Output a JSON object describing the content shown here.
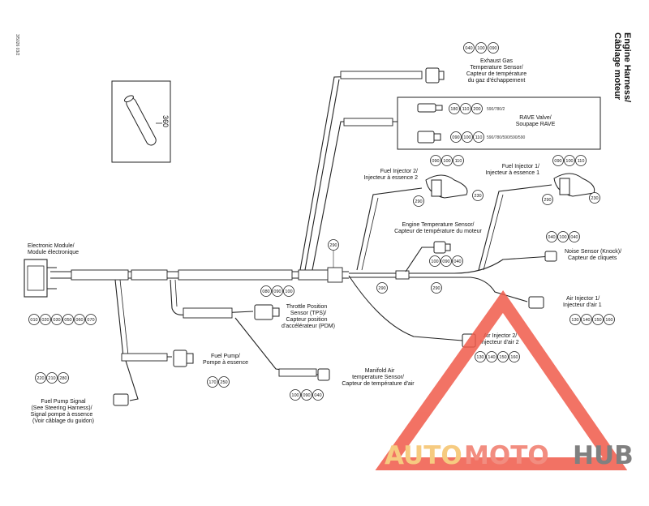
{
  "title": {
    "line1": "Engine Harness/",
    "line2": "Câblage moteur"
  },
  "side_code": "3/5026 03/2",
  "part_360": "360",
  "components": {
    "exhaust_gas": {
      "lines": [
        "Exhaust Gas",
        "Temperature Sensor/",
        "Capteur de température",
        "du gaz d'échappement"
      ],
      "refs": [
        "040",
        "100",
        "090"
      ]
    },
    "rave_box": {
      "lines": [
        "RAVE Valve/",
        "Soupape RAVE"
      ],
      "refs_top": [
        "180",
        "110",
        "200"
      ],
      "code_top": "590/780/2",
      "refs_bottom": [
        "090",
        "100",
        "110"
      ],
      "code_bottom": "590/780/590/590/590"
    },
    "fuel_inj_2": {
      "lines": [
        "Fuel Injector 2/",
        "Injecteur à essence 2"
      ],
      "refs": [
        "090",
        "100",
        "110"
      ],
      "side_refs": [
        "290",
        "230"
      ]
    },
    "fuel_inj_1": {
      "lines": [
        "Fuel Injector 1/",
        "Injecteur à essence 1"
      ],
      "refs": [
        "090",
        "100",
        "110"
      ],
      "side_refs": [
        "290",
        "230"
      ]
    },
    "engine_temp": {
      "lines": [
        "Engine Temperature Sensor/",
        "Capteur de température du moteur"
      ],
      "refs": [
        "100",
        "090",
        "040"
      ]
    },
    "electronic_module": {
      "lines": [
        "Electronic Module/",
        "Module électronique"
      ],
      "refs": [
        "010",
        "020",
        "030",
        "050",
        "060",
        "070"
      ]
    },
    "throttle": {
      "lines": [
        "Throttle Position",
        "Sensor (TPS)/",
        "Capteur position",
        "d'accélérateur (PDM)"
      ],
      "refs": [
        "080",
        "090",
        "100"
      ]
    },
    "noise_sensor": {
      "lines": [
        "Noise Sensor (Knock)/",
        "Capteur de cliquets"
      ],
      "refs": [
        "040",
        "100",
        "040"
      ]
    },
    "air_inj_1": {
      "lines": [
        "Air Injector 1/",
        "Injecteur d'air 1"
      ],
      "refs": [
        "130",
        "140",
        "150",
        "160"
      ]
    },
    "air_inj_2": {
      "lines": [
        "Air Injector 2/",
        "Injecteur d'air 2"
      ],
      "refs": [
        "130",
        "140",
        "150",
        "160"
      ]
    },
    "fuel_pump": {
      "lines": [
        "Fuel Pump/",
        "Pompe à essence"
      ],
      "refs": [
        "170",
        "250"
      ]
    },
    "manifold_air": {
      "lines": [
        "Manifold Air",
        "temperature Sensor/",
        "Capteur de température d'air"
      ],
      "refs": [
        "100",
        "090",
        "040"
      ]
    },
    "fuel_pump_signal": {
      "lines": [
        "Fuel Pump Signal",
        "(See Steering Harness)/",
        "Signal pompe à essence",
        "(Voir câblage du guidon)"
      ],
      "refs": [
        "220",
        "210",
        "280"
      ]
    },
    "harness_refs": {
      "junction": "290",
      "left": "290",
      "right": "290"
    }
  },
  "watermark": {
    "part1": "AUTO",
    "part2": "MOTO",
    "part3": "HUB",
    "color_auto": "#f5c26b",
    "color_moto": "#f07a6a",
    "color_hub": "#6b6b6b",
    "color_triangle": "#f05a4a"
  }
}
